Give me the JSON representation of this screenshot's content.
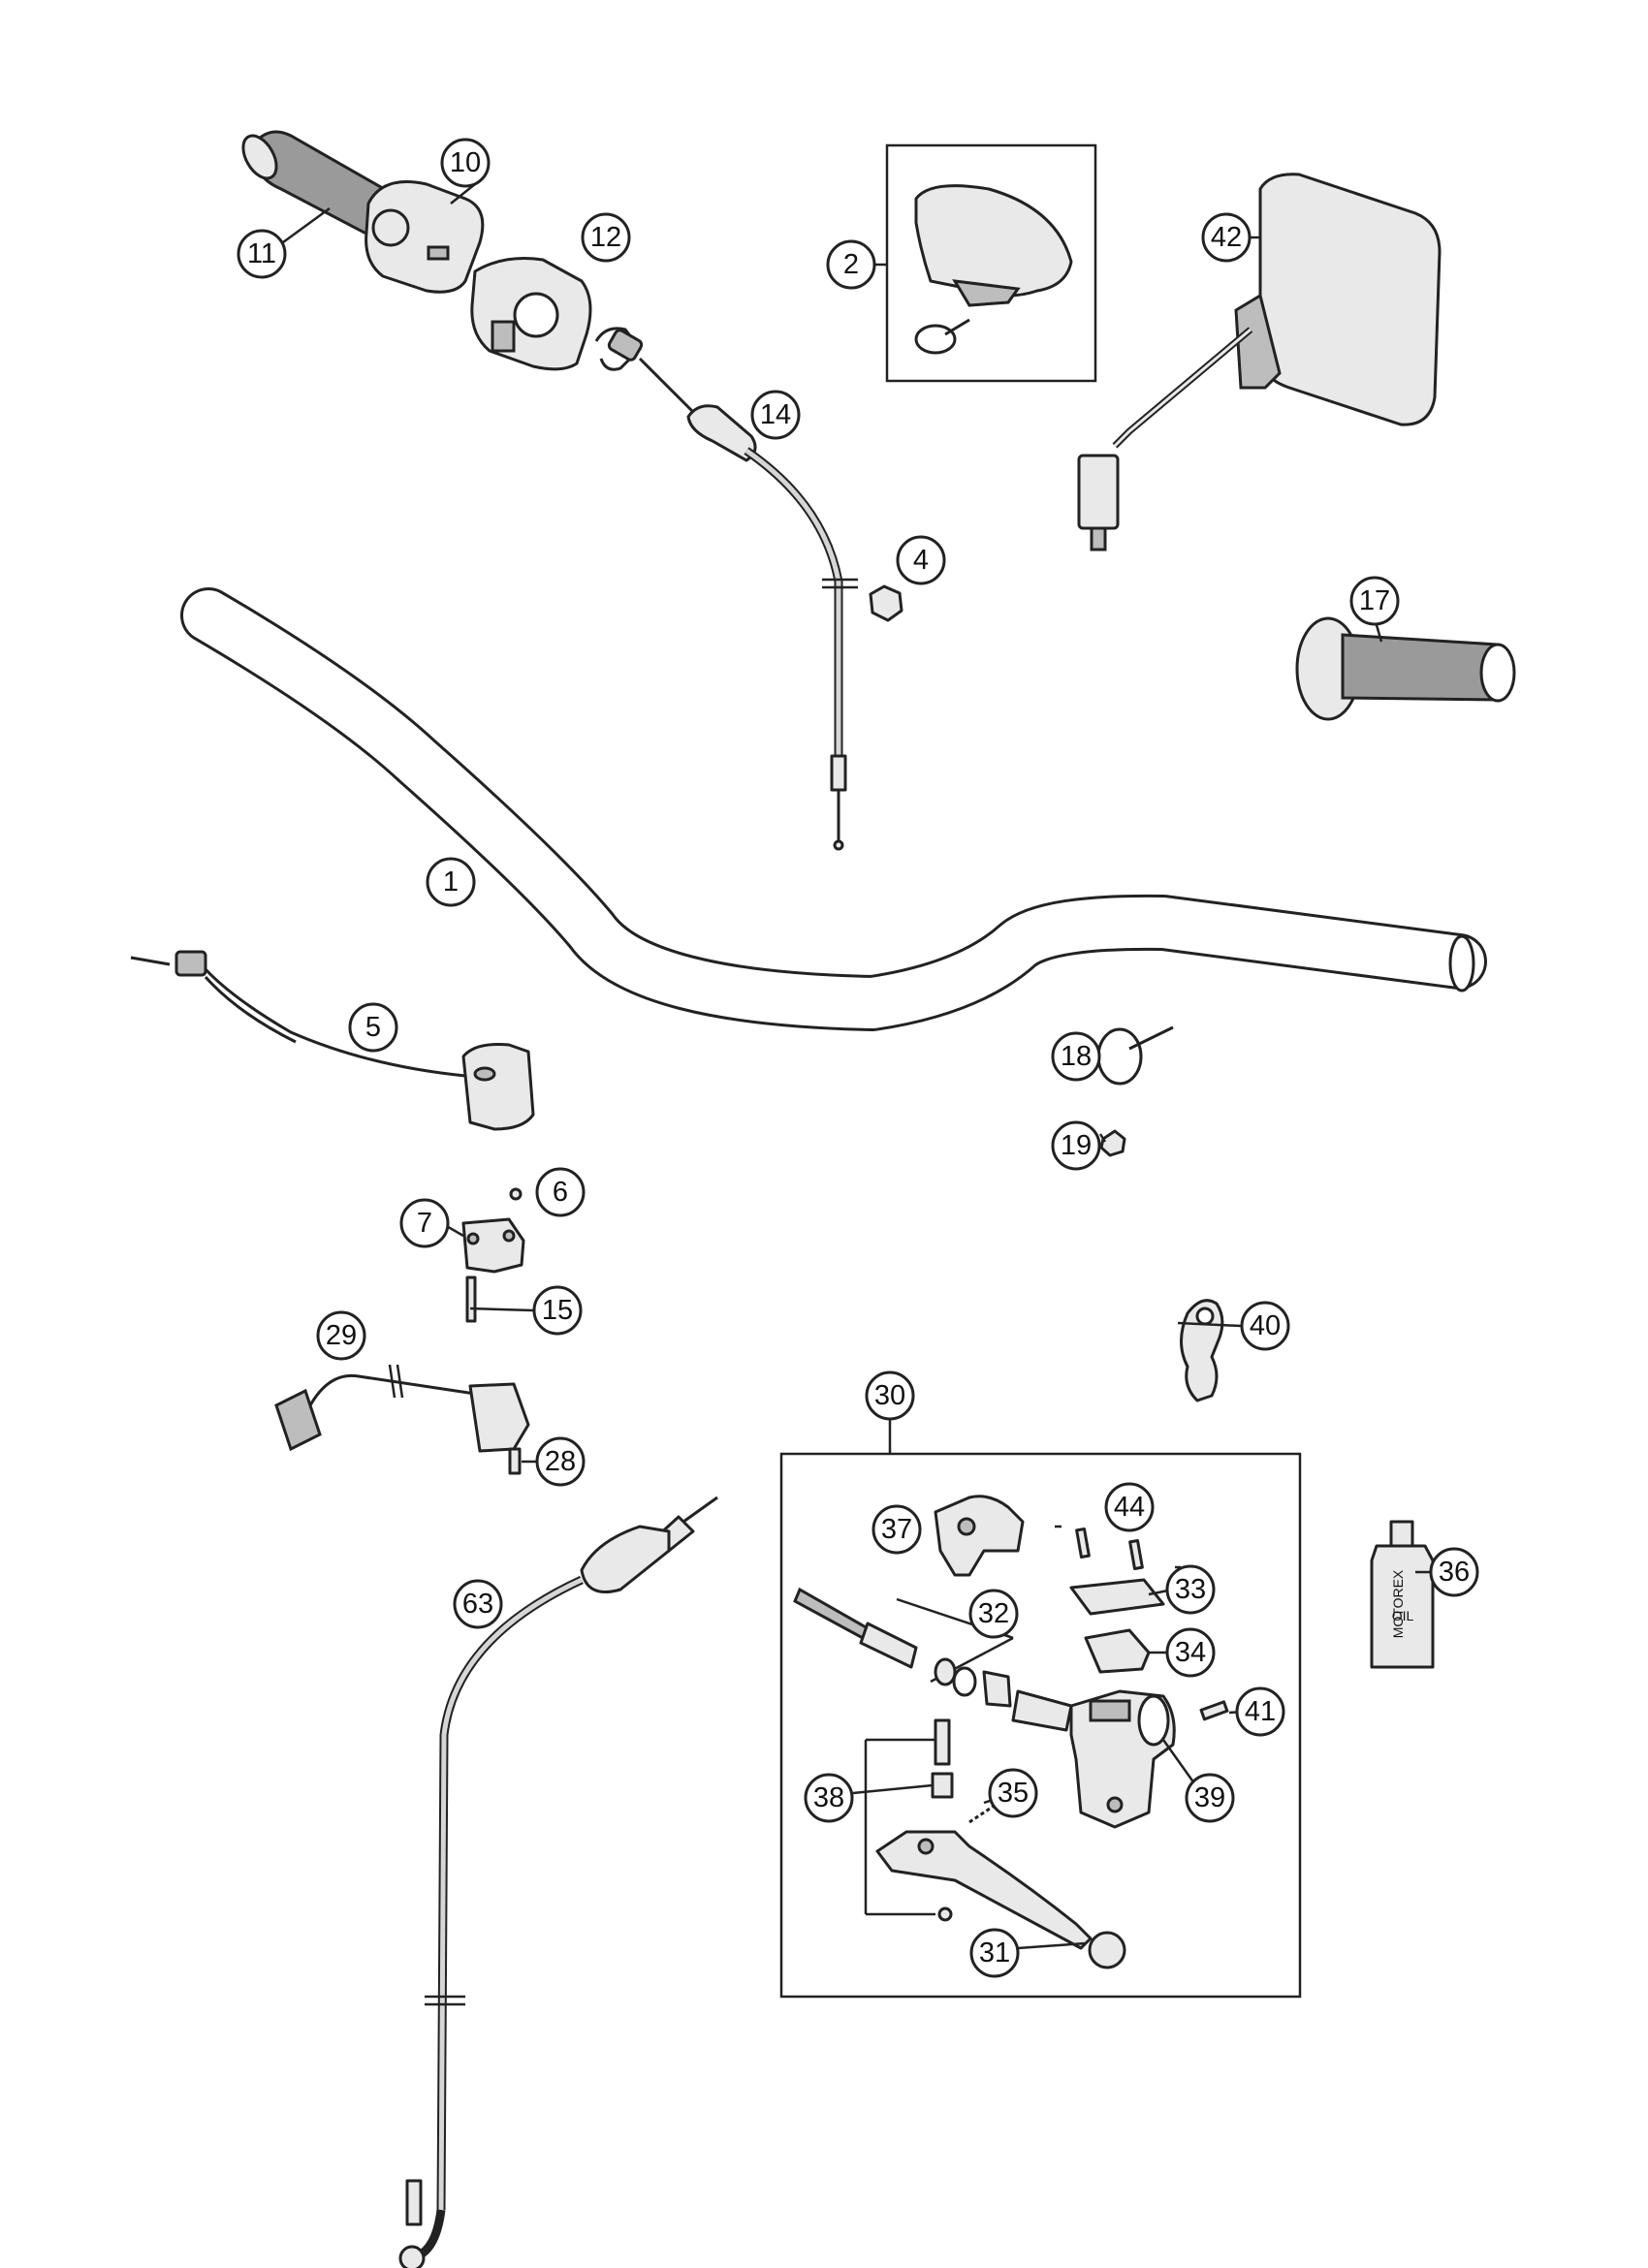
{
  "callouts": [
    {
      "id": "c1",
      "label": "1"
    },
    {
      "id": "c2",
      "label": "2"
    },
    {
      "id": "c4",
      "label": "4"
    },
    {
      "id": "c5",
      "label": "5"
    },
    {
      "id": "c6",
      "label": "6"
    },
    {
      "id": "c7",
      "label": "7"
    },
    {
      "id": "c10",
      "label": "10"
    },
    {
      "id": "c11",
      "label": "11"
    },
    {
      "id": "c12",
      "label": "12"
    },
    {
      "id": "c14",
      "label": "14"
    },
    {
      "id": "c15",
      "label": "15"
    },
    {
      "id": "c17",
      "label": "17"
    },
    {
      "id": "c18",
      "label": "18"
    },
    {
      "id": "c19",
      "label": "19"
    },
    {
      "id": "c28",
      "label": "28"
    },
    {
      "id": "c29",
      "label": "29"
    },
    {
      "id": "c30",
      "label": "30"
    },
    {
      "id": "c31",
      "label": "31"
    },
    {
      "id": "c32",
      "label": "32"
    },
    {
      "id": "c33",
      "label": "33"
    },
    {
      "id": "c34",
      "label": "34"
    },
    {
      "id": "c35",
      "label": "35"
    },
    {
      "id": "c36",
      "label": "36"
    },
    {
      "id": "c37",
      "label": "37"
    },
    {
      "id": "c38",
      "label": "38"
    },
    {
      "id": "c39",
      "label": "39"
    },
    {
      "id": "c40",
      "label": "40"
    },
    {
      "id": "c41",
      "label": "41"
    },
    {
      "id": "c42",
      "label": "42"
    },
    {
      "id": "c44",
      "label": "44"
    },
    {
      "id": "c63",
      "label": "63"
    }
  ],
  "bottle_label": {
    "line1": "MOTOREX",
    "line2": "OIL"
  }
}
